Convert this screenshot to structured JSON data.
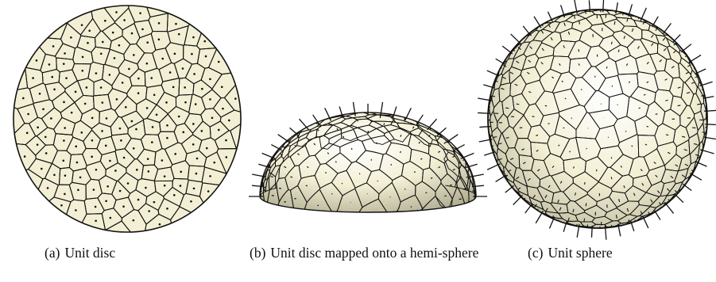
{
  "figure": {
    "panels": [
      {
        "id": "a",
        "label": "(a)",
        "caption": "Unit disc"
      },
      {
        "id": "b",
        "label": "(b)",
        "caption": "Unit disc mapped onto a hemi-sphere"
      },
      {
        "id": "c",
        "label": "(c)",
        "caption": "Unit sphere"
      }
    ]
  },
  "colors": {
    "cell_fill": "#f3efd4",
    "cell_shade_dark": "#9c9a7e",
    "edge": "#111111",
    "site": "#111111",
    "normal": "#111111"
  }
}
